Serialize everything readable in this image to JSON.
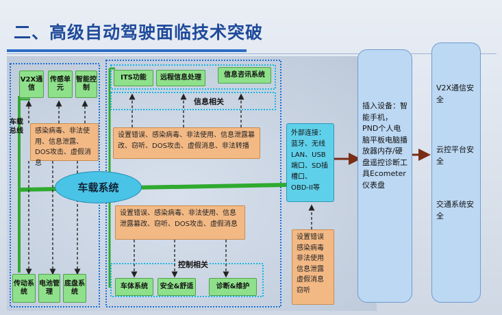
{
  "title": "二、高级自动驾驶面临技术突破",
  "left_top_boxes": [
    "V2X通信",
    "传感单元",
    "智能控制"
  ],
  "left_bottom_boxes": [
    "传动系统",
    "电池管理",
    "底盘系统"
  ],
  "bus_label": "车载总线",
  "center_system": "车载系统",
  "top_function_boxes": [
    "ITS功能",
    "远程信息处理",
    "信息咨讯系统"
  ],
  "info_related": "信息相关",
  "threats_left": "感染病毒、非法使用、信息泄露、DOS攻击、虚假消息",
  "threats_top": "设置错误、感染病毒、非法使用、信息泄露篡改、窃听、DOS攻击、虚假消息、非法转播",
  "threats_middle": "设置错误、感染病毒、非法使用、信息泄露篡改、窃听、DOS攻击、虚假消息",
  "control_related": "控制相关",
  "bottom_function_boxes": [
    "车体系统",
    "安全&舒适",
    "诊断&维护"
  ],
  "external_connection": "外部连接：蓝牙、无线LAN、USB端口、SD插槽口、OBD-II等",
  "threats_external": "设置错误感染病毒非法使用信息泄露虚假消息窃听",
  "devices": "插入设备：智能手机，PND个人电脑平板电脑播放器内存/硬盘遥控诊断工具Ecometer仪表盘",
  "security_items": [
    "V2X通信安全",
    "云控平台安全",
    "交通系统安全"
  ],
  "colors": {
    "green": "#8fe08a",
    "orange": "#f3b985",
    "cyan": "#5fd0ea",
    "panel": "#bcd8f3",
    "accent": "#1f4a9a",
    "bus": "#2faa2f"
  }
}
